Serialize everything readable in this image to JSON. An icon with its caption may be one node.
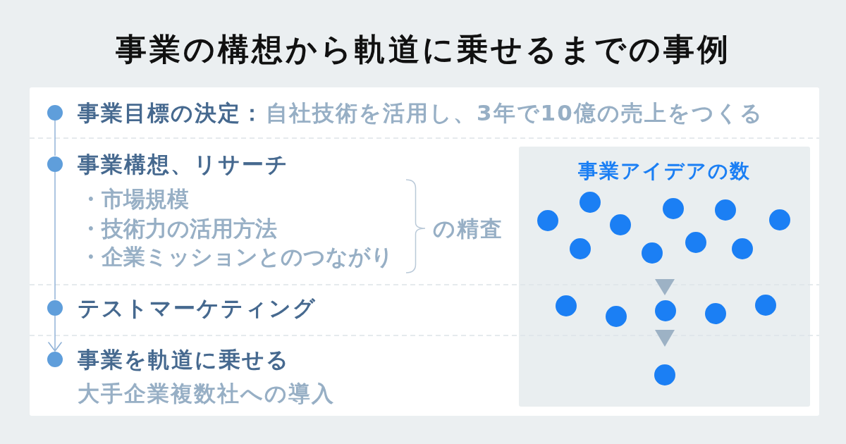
{
  "diagram": {
    "title": "事業の構想から軌道に乗せるまでの事例",
    "nodes": [
      {
        "text": [],
        "shape": "circle",
        "beside": [
          "事業目標の決定：",
          "自社技術を活用し、3年で10億の売上をつくる"
        ]
      },
      {
        "text": [],
        "shape": "circle",
        "beside": [
          "事業構想、リサーチ",
          "・市場規模",
          "・技術力の活用方法",
          "・企業ミッションとのつながり"
        ]
      },
      {
        "text": [],
        "shape": "circle",
        "beside": [
          "テストマーケティング"
        ]
      },
      {
        "text": [],
        "shape": "circle",
        "beside": [
          "事業を軌道に乗せる",
          "大手企業複数社への導入"
        ]
      },
      {
        "text": [
          "事業アイデアの数"
        ]
      }
    ],
    "edges": [
      {
        "from": 0,
        "to": 1,
        "arrow": "none"
      },
      {
        "from": 1,
        "to": 2,
        "arrow": "none"
      },
      {
        "from": 2,
        "to": 3,
        "arrow": "to"
      }
    ],
    "labels": [
      "の精査"
    ]
  }
}
